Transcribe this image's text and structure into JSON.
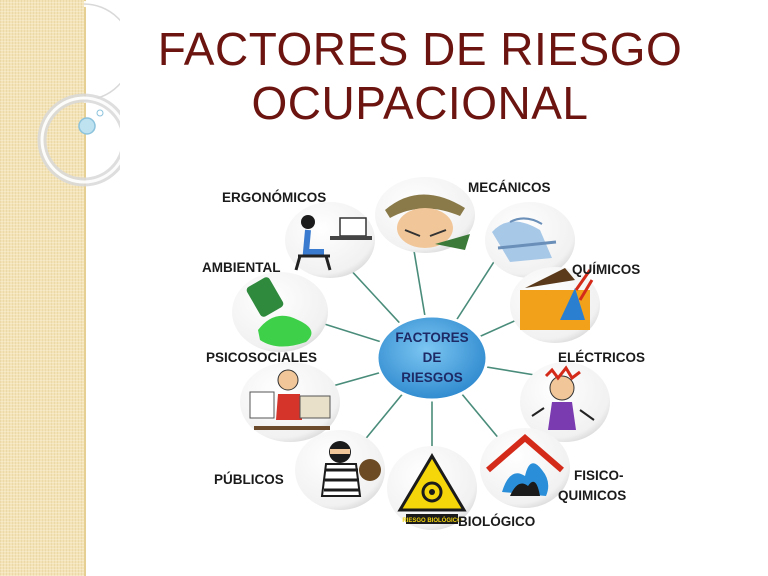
{
  "title": {
    "line1": "FACTORES DE RIESGO",
    "line2": "OCUPACIONAL"
  },
  "center": {
    "line1": "FACTORES",
    "line2": "DE",
    "line3": "RIESGOS"
  },
  "factors": {
    "ergonomicos": "ERGONÓMICOS",
    "mecanicos": "MECÁNICOS",
    "ambiental": "AMBIENTAL",
    "quimicos": "QUÍMICOS",
    "psicosociales": "PSICOSOCIALES",
    "electricos": "ELÉCTRICOS",
    "publicos": "PÚBLICOS",
    "fisico_line1": "FISICO-",
    "fisico_line2": "QUIMICOS",
    "biologico": "BIOLÓGICO",
    "biohazard_sign": "RIESGO BIOLÓGICO"
  },
  "colors": {
    "title": "#6b1410",
    "center_fill": "#3a9ad9",
    "center_text": "#1d2a66",
    "spoke": "#4a8c7a",
    "side_panel": "#f3e3b6"
  },
  "icons": [
    "ergonomic-worker-icon",
    "mechanic-face-icon",
    "environment-spill-icon",
    "chemical-hand-icon",
    "stressed-worker-icon",
    "electric-shock-icon",
    "thief-icon",
    "biohazard-icon",
    "fire-flask-icon",
    "ergonomic-desk-icon"
  ]
}
